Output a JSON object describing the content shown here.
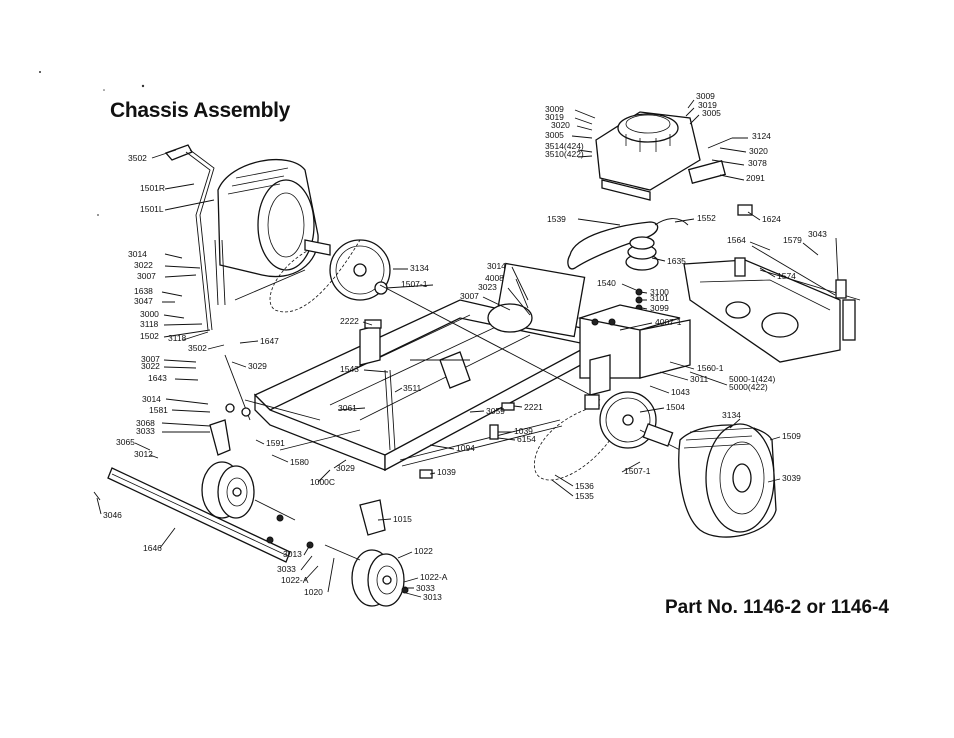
{
  "title": "Chassis Assembly",
  "part_number": "Part No. 1146-2 or 1146-4",
  "labels": [
    "3009",
    "3019",
    "3020",
    "3005",
    "3514(424)",
    "3510(422)",
    "3009",
    "3019",
    "3005",
    "3124",
    "3020",
    "3078",
    "2091",
    "1624",
    "3502",
    "1501R",
    "1501L",
    "1539",
    "1552",
    "1564",
    "1579",
    "3043",
    "3014",
    "3022",
    "3007",
    "1638",
    "3047",
    "3000",
    "3118",
    "1502",
    "3118",
    "3502",
    "1647",
    "3134",
    "1507-1",
    "1635",
    "1574",
    "3014",
    "4008",
    "3023",
    "3007",
    "1540",
    "3100",
    "3101",
    "3099",
    "4007-1",
    "2222",
    "3007",
    "3022",
    "1643",
    "3029",
    "1543",
    "3511",
    "1560-1",
    "3011",
    "1043",
    "5000-1(424)",
    "5000(422)",
    "3014",
    "1581",
    "3068",
    "3033",
    "3061",
    "3059",
    "2221",
    "1504",
    "1039",
    "6154",
    "3134",
    "1509",
    "3065",
    "3012",
    "1591",
    "1580",
    "1094",
    "1507-1",
    "3039",
    "3029",
    "1000C",
    "1039",
    "1536",
    "1535",
    "3046",
    "1646",
    "1015",
    "3013",
    "3033",
    "1022-A",
    "1020",
    "1022",
    "1022-A",
    "3033",
    "3013"
  ]
}
